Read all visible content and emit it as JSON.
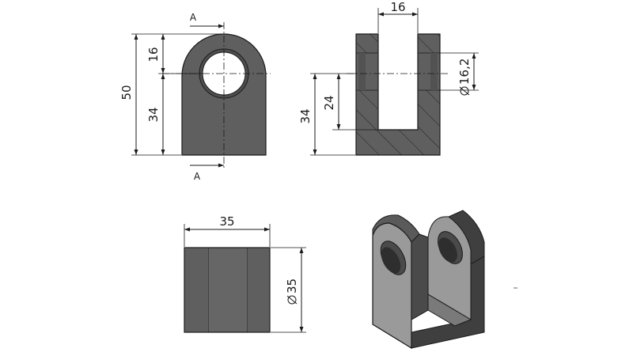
{
  "front_view": {
    "section_label_top": "A",
    "section_label_bottom": "A",
    "dim_overall_height": "50",
    "dim_top_to_center": "16",
    "dim_center_to_bottom": "34"
  },
  "section_view": {
    "dim_slot_width": "16",
    "dim_hole_diameter": "16,2",
    "dim_center_height": "34",
    "dim_slot_depth": "24"
  },
  "bottom_view": {
    "dim_width": "35",
    "dim_diameter": "35"
  },
  "colors": {
    "part_fill": "#5f5f5f",
    "part_fill_dark": "#4a4a4a",
    "part_light": "#8c8c8c",
    "hatch": "#2a2a2a",
    "ink": "#1a1a1a"
  }
}
